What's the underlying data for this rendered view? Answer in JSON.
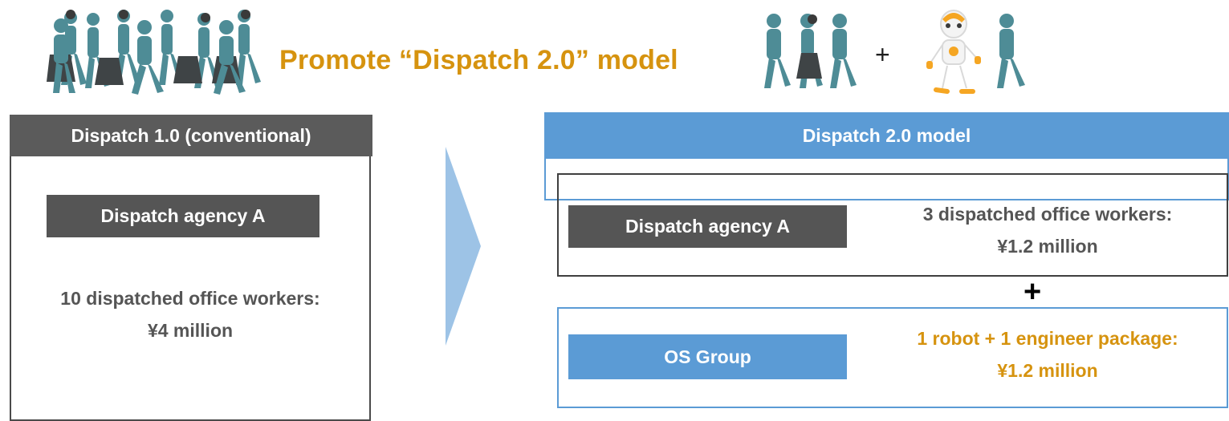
{
  "header": {
    "headline": "Promote “Dispatch 2.0” model",
    "plus": "+",
    "crowd_icon": "walking-crowd-icon",
    "trio_icon": "three-walking-people-icon",
    "robot_icon": "humanoid-robot-icon",
    "person_icon": "walking-person-icon"
  },
  "left": {
    "header": "Dispatch 1.0 (conventional)",
    "agency": "Dispatch agency A",
    "workers_line1": "10 dispatched office workers:",
    "workers_line2": "¥4 million"
  },
  "right": {
    "header": "Dispatch 2.0 model",
    "agency": "Dispatch agency A",
    "workers_line1": "3 dispatched office workers:",
    "workers_line2": "¥1.2 million",
    "plus": "+",
    "os_group": "OS Group",
    "package_line1": "1 robot + 1 engineer package:",
    "package_line2": "¥1.2 million"
  },
  "colors": {
    "accent_orange": "#D6930F",
    "blue": "#5B9BD5",
    "dark_gray": "#555555",
    "person_teal": "#4E8C96"
  }
}
